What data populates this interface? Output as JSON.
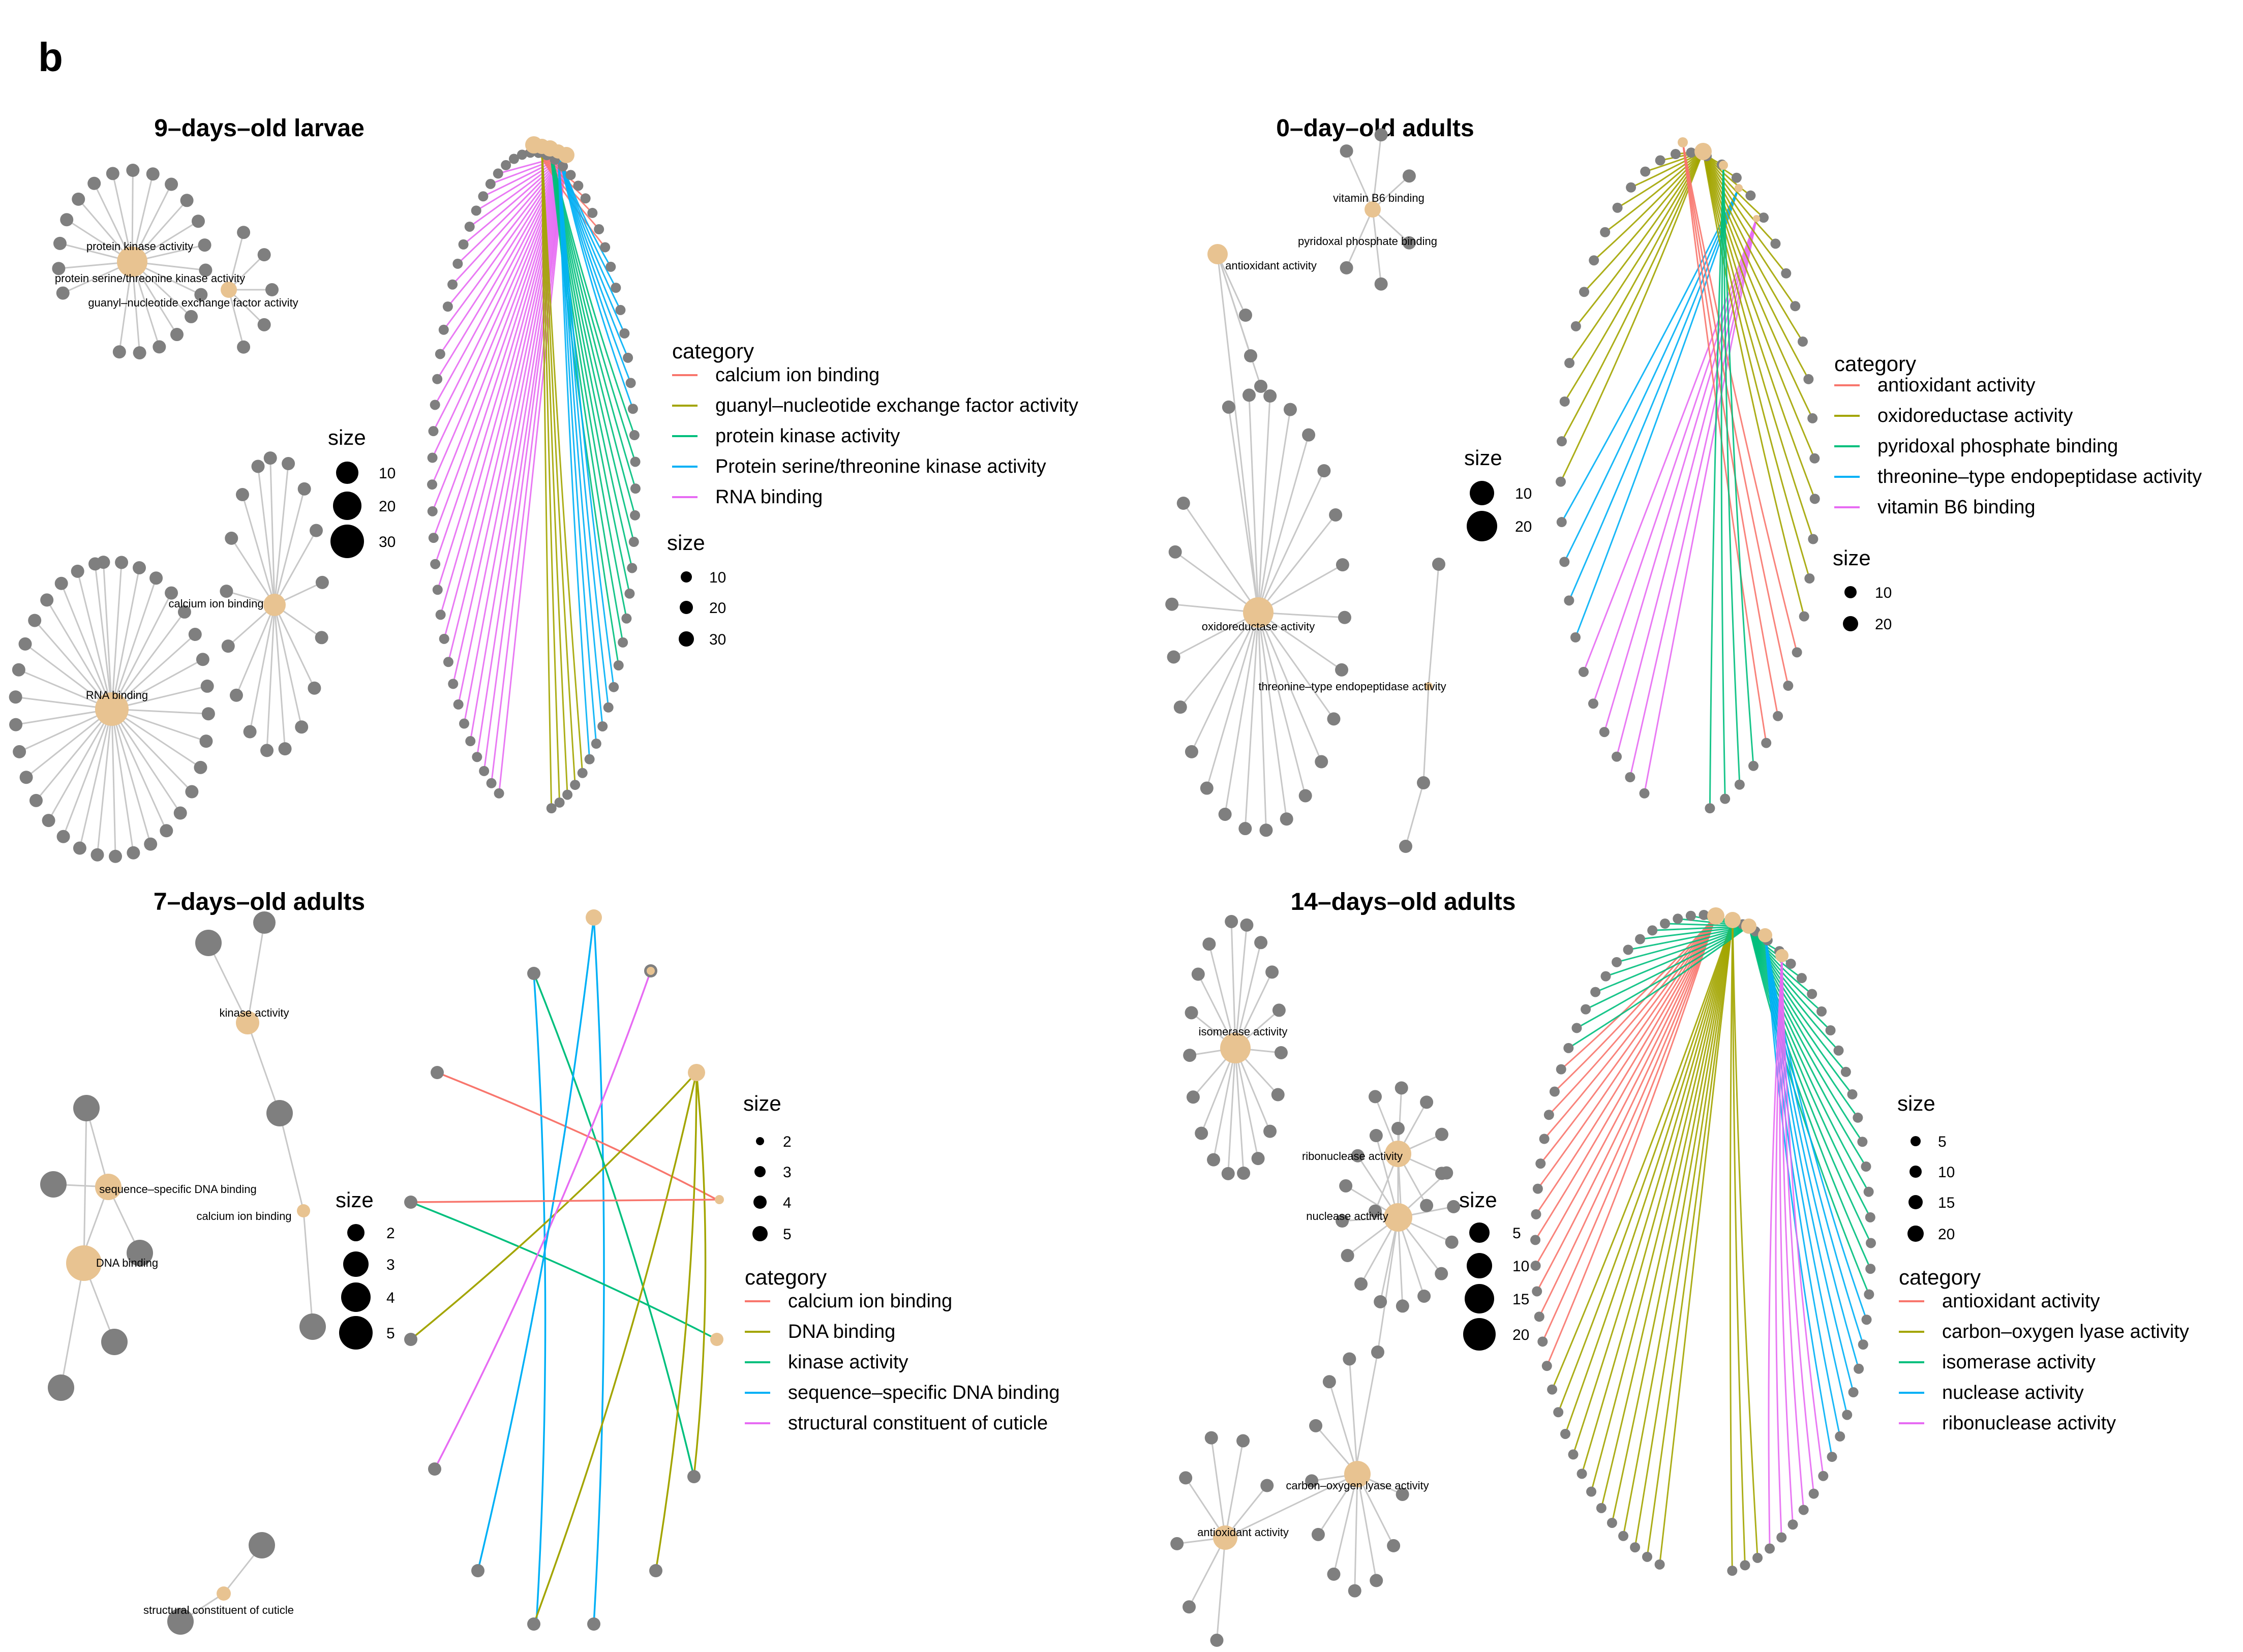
{
  "figure_label": "b",
  "panels": [
    {
      "title": "9–days–old larvae",
      "left_size_legend": {
        "title": "size",
        "values": [
          "10",
          "20",
          "30"
        ]
      },
      "category_legend": {
        "title": "category",
        "items": [
          {
            "label": "calcium ion binding",
            "color": "#F8766D"
          },
          {
            "label": "guanyl–nucleotide exchange factor activity",
            "color": "#A3A500"
          },
          {
            "label": "protein kinase activity",
            "color": "#00BF7D"
          },
          {
            "label": "Protein serine/threonine kinase activity",
            "color": "#00B0F6"
          },
          {
            "label": "RNA binding",
            "color": "#E76BF3"
          }
        ]
      },
      "right_size_legend": {
        "title": "size",
        "values": [
          "10",
          "20",
          "30"
        ]
      },
      "network_labels": [
        "protein kinase activity",
        "protein serine/threonine kinase activity",
        "guanyl–nucleotide exchange factor activity",
        "calcium ion binding",
        "RNA binding"
      ]
    },
    {
      "title": "0–day–old adults",
      "left_size_legend": {
        "title": "size",
        "values": [
          "10",
          "20"
        ]
      },
      "category_legend": {
        "title": "category",
        "items": [
          {
            "label": "antioxidant activity",
            "color": "#F8766D"
          },
          {
            "label": "oxidoreductase activity",
            "color": "#A3A500"
          },
          {
            "label": "pyridoxal phosphate binding",
            "color": "#00BF7D"
          },
          {
            "label": "threonine–type endopeptidase activity",
            "color": "#00B0F6"
          },
          {
            "label": "vitamin B6 binding",
            "color": "#E76BF3"
          }
        ]
      },
      "right_size_legend": {
        "title": "size",
        "values": [
          "10",
          "20"
        ]
      },
      "network_labels": [
        "vitamin B6 binding",
        "pyridoxal phosphate binding",
        "antioxidant activity",
        "oxidoreductase activity",
        "threonine–type endopeptidase activity"
      ]
    },
    {
      "title": "7–days–old adults",
      "left_size_legend": {
        "title": "size",
        "values": [
          "2",
          "3",
          "4",
          "5"
        ]
      },
      "category_legend": {
        "title": "category",
        "items": [
          {
            "label": "calcium ion binding",
            "color": "#F8766D"
          },
          {
            "label": "DNA binding",
            "color": "#A3A500"
          },
          {
            "label": "kinase activity",
            "color": "#00BF7D"
          },
          {
            "label": "sequence–specific DNA binding",
            "color": "#00B0F6"
          },
          {
            "label": "structural constituent of cuticle",
            "color": "#E76BF3"
          }
        ]
      },
      "right_size_legend": {
        "title": "size",
        "values": [
          "2",
          "3",
          "4",
          "5"
        ]
      },
      "network_labels": [
        "kinase activity",
        "sequence–specific DNA binding",
        "calcium ion binding",
        "DNA binding",
        "structural constituent of cuticle"
      ]
    },
    {
      "title": "14–days–old adults",
      "left_size_legend": {
        "title": "size",
        "values": [
          "5",
          "10",
          "15",
          "20"
        ]
      },
      "category_legend": {
        "title": "category",
        "items": [
          {
            "label": "antioxidant activity",
            "color": "#F8766D"
          },
          {
            "label": "carbon–oxygen lyase activity",
            "color": "#A3A500"
          },
          {
            "label": "isomerase activity",
            "color": "#00BF7D"
          },
          {
            "label": "nuclease activity",
            "color": "#00B0F6"
          },
          {
            "label": "ribonuclease activity",
            "color": "#E76BF3"
          }
        ]
      },
      "right_size_legend": {
        "title": "size",
        "values": [
          "5",
          "10",
          "15",
          "20"
        ]
      },
      "network_labels": [
        "isomerase activity",
        "ribonuclease activity",
        "nuclease activity",
        "carbon–oxygen lyase activity",
        "antioxidant activity"
      ]
    }
  ],
  "colors": {
    "gene_node": "#7f7f7f",
    "term_node": "#E8C391",
    "edge": "#c8c8c8"
  }
}
